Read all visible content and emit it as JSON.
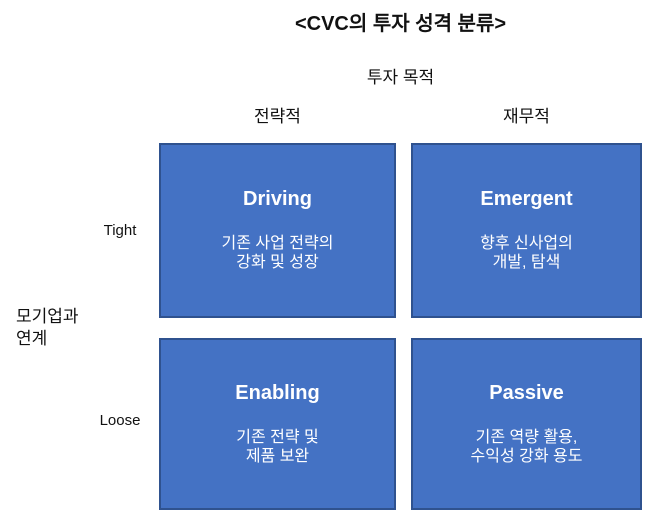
{
  "title": "<CVC의 투자 성격 분류>",
  "axes": {
    "top_label": "투자 목적",
    "col_left": "전략적",
    "col_right": "재무적",
    "left_label": "모기업과\n연계",
    "row_top": "Tight",
    "row_bottom": "Loose"
  },
  "quadrants": [
    {
      "title": "Driving",
      "desc": "기존 사업 전략의\n강화 및 성장"
    },
    {
      "title": "Emergent",
      "desc": "향후 신사업의\n개발, 탐색"
    },
    {
      "title": "Enabling",
      "desc": "기존 전략 및\n제품 보완"
    },
    {
      "title": "Passive",
      "desc": "기존 역량 활용,\n수익성 강화 용도"
    }
  ],
  "colors": {
    "box_fill": "#4472C4",
    "box_border": "#2F528F",
    "box_text": "#FFFFFF",
    "label_text": "#111111",
    "background": "#FFFFFF"
  }
}
